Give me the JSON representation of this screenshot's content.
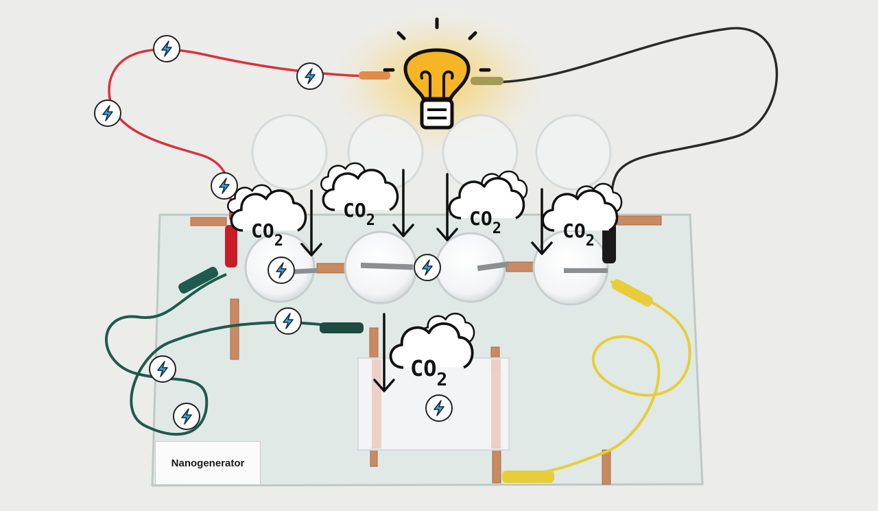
{
  "device_label": "Nanogenerator",
  "gas_labels": [
    "CO",
    "2"
  ],
  "colors": {
    "background": "#ececea",
    "glass_plate": "#dfe9e6",
    "copper_tape": "#c98a62",
    "wire_red": "#d8333b",
    "wire_black": "#2a2a2a",
    "wire_green": "#1e5a4d",
    "wire_yellow": "#e7cd3a",
    "bulb": "#f6b526",
    "bolt_icon": "#3aa3dd"
  },
  "icons": [
    "bulb-icon",
    "co2-cloud-icon",
    "lightning-bolt-icon",
    "down-arrow-icon"
  ]
}
